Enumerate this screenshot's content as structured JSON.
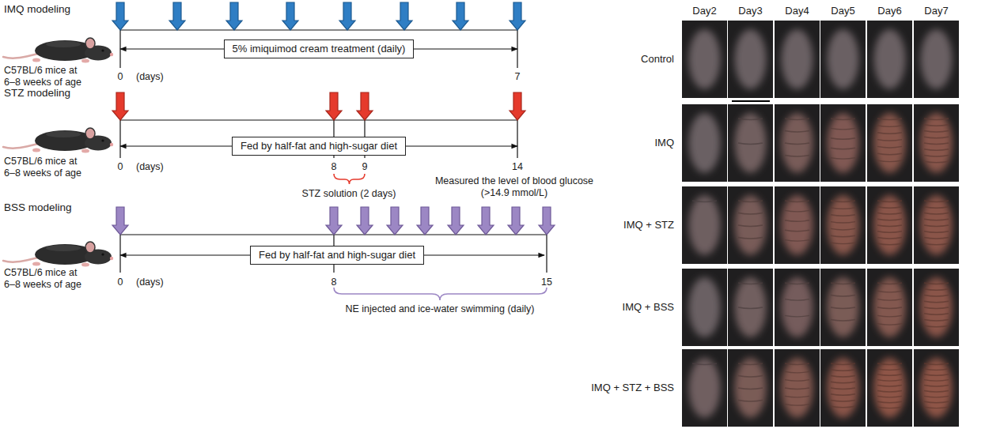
{
  "diagram": {
    "nodes": [
      {
        "text": [
          "5% imiquimod cream treatment (daily)"
        ]
      },
      {
        "text": [
          "Fed by half-fat and high-sugar diet"
        ]
      },
      {
        "text": [
          "Fed by half-fat and high-sugar diet"
        ]
      }
    ],
    "labels": [
      "IMQ modeling",
      "C57BL/6 mice at 6–8 weeks of age",
      "0",
      "(days)",
      "7",
      "STZ modeling",
      "C57BL/6 mice at 6–8 weeks of age",
      "0",
      "(days)",
      "8",
      "9",
      "STZ solution (2 days)",
      "14",
      "Measured the level of blood glucose (>14.9 mmol/L)",
      "BSS modeling",
      "C57BL/6 mice at 6–8 weeks of age",
      "0",
      "(days)",
      "8",
      "15",
      "NE injected and ice-water swimming (daily)",
      "Day2",
      "Day3",
      "Day4",
      "Day5",
      "Day6",
      "Day7",
      "Control",
      "IMQ",
      "IMQ + STZ",
      "IMQ + BSS",
      "IMQ + STZ + BSS"
    ]
  }
}
